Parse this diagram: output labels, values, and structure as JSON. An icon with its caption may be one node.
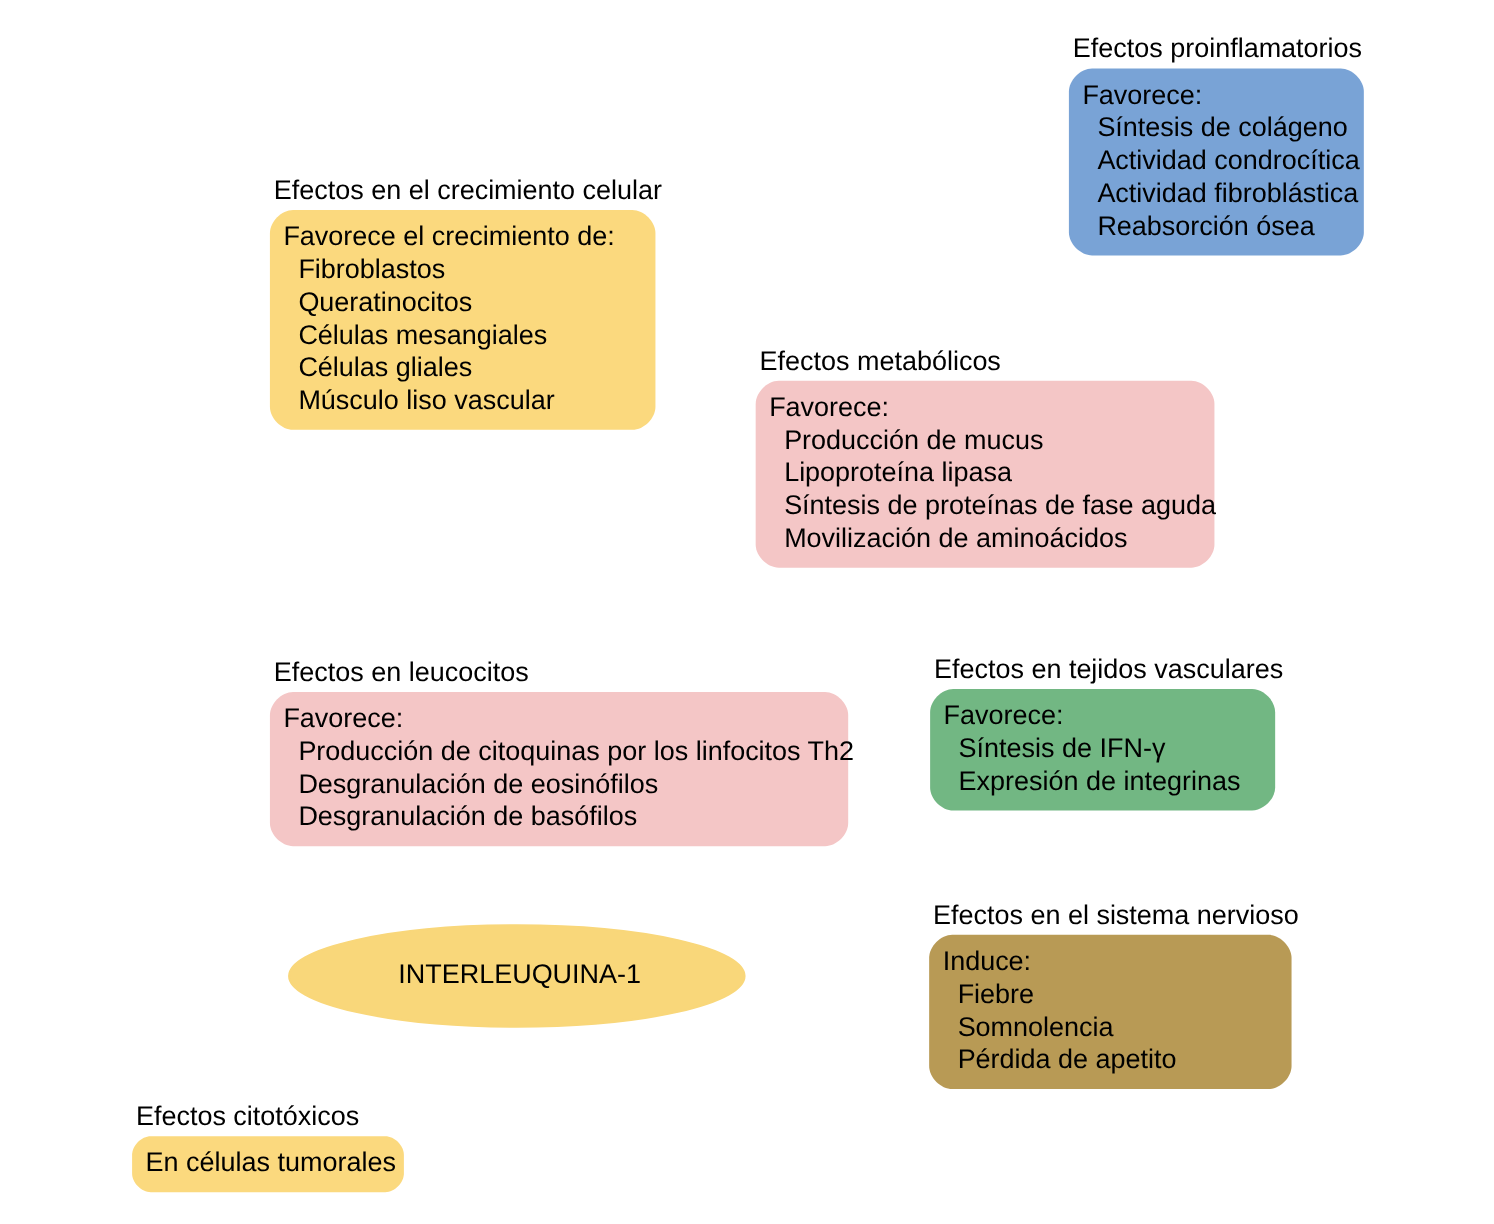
{
  "diagram": {
    "nodes": [
      {
        "text": [
          "INTERLEUQUINA-1"
        ]
      },
      {
        "text": [
          "Efectos proinflamatorios",
          "Favorece:",
          "Síntesis de colágeno",
          "Actividad condrocítica",
          "Actividad fibroblástica",
          "Reabsorción ósea"
        ]
      },
      {
        "text": [
          "Efectos citotóxicos",
          "En células tumorales"
        ]
      },
      {
        "text": [
          "Efectos metabólicos",
          "Favorece:",
          "Producción de mucus",
          "Lipoproteína lipasa",
          "Síntesis de proteínas de fase aguda",
          "Movilización de aminoácidos"
        ]
      },
      {
        "text": [
          "Efectos en leucocitos",
          "Favorece:",
          "Producción de citoquinas por los linfocitos Th2",
          "Desgranulación de eosinófilos",
          "Desgranulación de basófilos"
        ]
      },
      {
        "text": [
          "Efectos en tejidos vasculares",
          "Favorece:",
          "Síntesis de IFN-γ",
          "Expresión de integrinas"
        ]
      },
      {
        "text": [
          "Efectos en el crecimiento celular",
          "Favorece el crecimiento de:",
          "Fibroblastos",
          "Queratinocitos",
          "Células mesangiales",
          "Células gliales",
          "Músculo liso vascular"
        ]
      },
      {
        "text": [
          "Efectos en el sistema nervioso",
          "Induce:",
          "Fiebre",
          "Somnolencia",
          "Pérdida de apetito"
        ]
      }
    ]
  }
}
